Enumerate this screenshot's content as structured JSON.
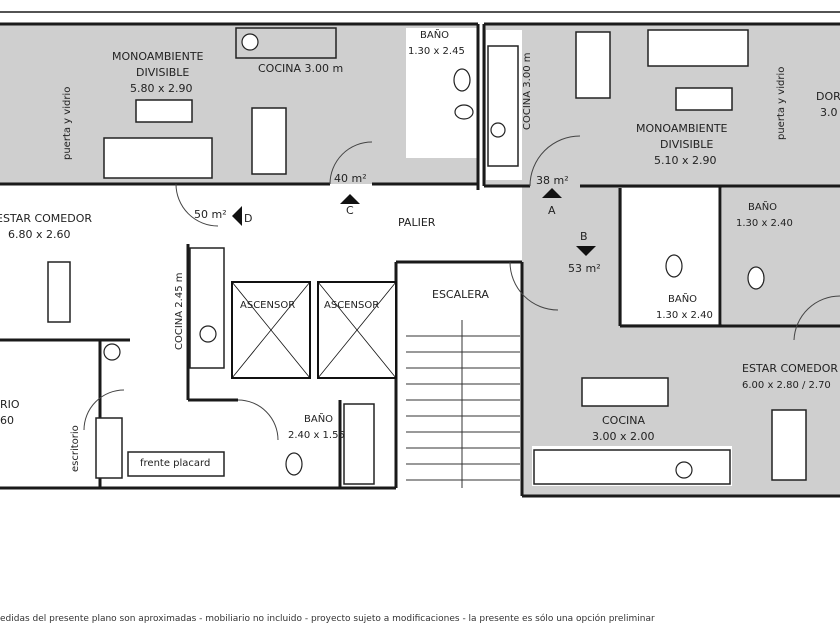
{
  "plan": {
    "units": {
      "monoambiente_left": {
        "name": "MONOAMBIENTE",
        "sub": "DIVISIBLE",
        "dims": "5.80 x 2.90"
      },
      "monoambiente_right": {
        "name": "MONOAMBIENTE",
        "sub": "DIVISIBLE",
        "dims": "5.10 x 2.90"
      },
      "estar_left": {
        "name": "ESTAR COMEDOR",
        "dims": "6.80 x 2.60"
      },
      "estar_right": {
        "name": "ESTAR COMEDOR",
        "dims": "6.00 x 2.80 / 2.70"
      }
    },
    "rooms": {
      "cocina_top_left": "COCINA 3.00 m",
      "cocina_vertical_right": "COCINA 3.00 m",
      "cocina_vertical_center": "COCINA 2.45 m",
      "cocina_bottom_right": {
        "name": "COCINA",
        "dims": "3.00 x 2.00"
      },
      "bano_top": {
        "name": "BAÑO",
        "dims": "1.30 x 2.45"
      },
      "bano_right_upper": {
        "name": "BAÑO",
        "dims": "1.30 x 2.40"
      },
      "bano_right_lower": {
        "name": "BAÑO",
        "dims": "1.30 x 2.40"
      },
      "bano_center": {
        "name": "BAÑO",
        "dims": "2.40 x 1.55"
      },
      "dormitorio_left_partial": "RIO",
      "dormitorio_left_dim_partial": "60",
      "dormitorio_right_partial": "DOR",
      "dormitorio_right_dim_partial": "3.0"
    },
    "labels": {
      "puerta_vidrio_left": "puerta y vidrio",
      "puerta_vidrio_right": "puerta y vidrio",
      "escritorio": "escritorio",
      "frente_placard": "frente placard",
      "palier": "PALIER",
      "escalera": "ESCALERA",
      "ascensor_1": "ASCENSOR",
      "ascensor_2": "ASCENSOR"
    },
    "areas": {
      "a": {
        "letter": "A",
        "area": "38 m²"
      },
      "b": {
        "letter": "B",
        "area": "53 m²"
      },
      "c": {
        "letter": "C",
        "area": "40 m²"
      },
      "d": {
        "letter": "D",
        "area": "50 m²"
      }
    },
    "colors": {
      "fill_gray": "#cfcfcf",
      "wall": "#1a1a1a",
      "background": "#ffffff"
    }
  },
  "footer_note": "edidas del presente plano son aproximadas - mobiliario no incluido - proyecto sujeto a modificaciones - la presente es sólo una opción preliminar"
}
